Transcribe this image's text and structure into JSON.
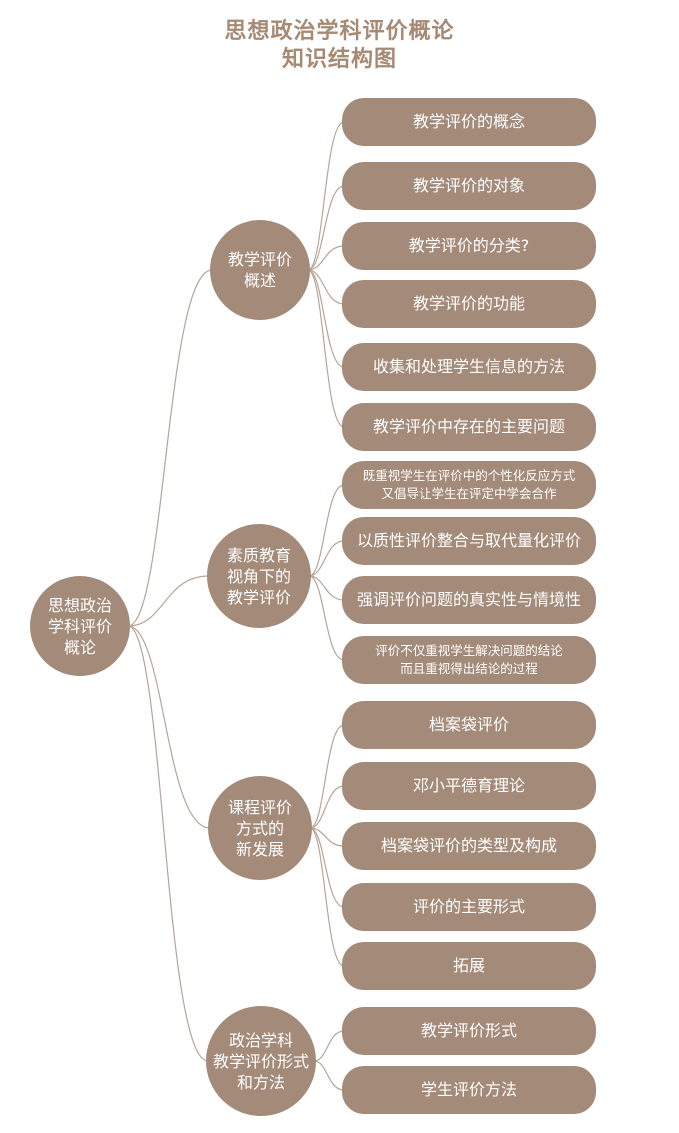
{
  "title": [
    "思想政治学科评价概论",
    "知识结构图"
  ],
  "root": {
    "label": [
      "思想政治",
      "学科评价",
      "概论"
    ]
  },
  "branches": [
    {
      "label": [
        "教学评价",
        "概述"
      ],
      "children": [
        {
          "label": [
            "教学评价的概念"
          ]
        },
        {
          "label": [
            "教学评价的对象"
          ]
        },
        {
          "label": [
            "教学评价的分类?"
          ]
        },
        {
          "label": [
            "教学评价的功能"
          ]
        },
        {
          "label": [
            "收集和处理学生信息的方法"
          ]
        },
        {
          "label": [
            "教学评价中存在的主要问题"
          ]
        }
      ]
    },
    {
      "label": [
        "素质教育",
        "视角下的",
        "教学评价"
      ],
      "children": [
        {
          "label": [
            "既重视学生在评价中的个性化反应方式",
            "又倡导让学生在评定中学会合作"
          ],
          "small": true
        },
        {
          "label": [
            "以质性评价整合与取代量化评价"
          ]
        },
        {
          "label": [
            "强调评价问题的真实性与情境性"
          ]
        },
        {
          "label": [
            "评价不仅重视学生解决问题的结论",
            "而且重视得出结论的过程"
          ],
          "small": true
        }
      ]
    },
    {
      "label": [
        "课程评价",
        "方式的",
        "新发展"
      ],
      "children": [
        {
          "label": [
            "档案袋评价"
          ]
        },
        {
          "label": [
            "邓小平德育理论"
          ]
        },
        {
          "label": [
            "档案袋评价的类型及构成"
          ]
        },
        {
          "label": [
            "评价的主要形式"
          ]
        },
        {
          "label": [
            "拓展"
          ]
        }
      ]
    },
    {
      "label": [
        "政治学科",
        "教学评价形式",
        "和方法"
      ],
      "children": [
        {
          "label": [
            "教学评价形式"
          ]
        },
        {
          "label": [
            "学生评价方法"
          ]
        }
      ]
    }
  ],
  "colors": {
    "node": "#a38a79",
    "title": "#a68a74",
    "line": "#b7a597",
    "text": "#ffffff"
  }
}
